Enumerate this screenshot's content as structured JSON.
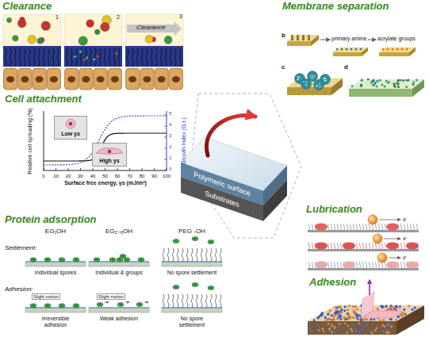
{
  "diagram": {
    "nodes": [
      {
        "text": [
          "Low γs"
        ]
      },
      {
        "text": [
          "High γs"
        ]
      },
      {
        "text": [
          "Polymeric surface"
        ]
      },
      {
        "text": [
          "Substrates"
        ]
      }
    ],
    "labels": [
      "Clearance",
      "1",
      "2",
      "3",
      "Clearance",
      "Membrane separation",
      "b",
      "primary amine",
      "acrylate groups",
      "c",
      "d",
      "Cell attachment",
      "Relative cell spreading (%)",
      "Growth Index (G.I.)",
      "0",
      "10",
      "20",
      "30",
      "40",
      "50",
      "60",
      "70",
      "80",
      "90",
      "100",
      "0",
      "1",
      "2",
      "3",
      "4",
      "5",
      "Surface free energy, γs (mJ/m²)",
      "Protein adsorption",
      "EG₁OH",
      "EG₂₋₆OH",
      "PEG -OH",
      "Settlement:",
      "Individual spores",
      "Individual & groups",
      "No spore settlement",
      "Adhesion:",
      "Slight motion",
      "Slight motion",
      "Irreversible adhesion",
      "Weak adhesion",
      "No spore settlement",
      "Lubrication",
      "v",
      "v",
      "v",
      "Adhesion"
    ]
  }
}
